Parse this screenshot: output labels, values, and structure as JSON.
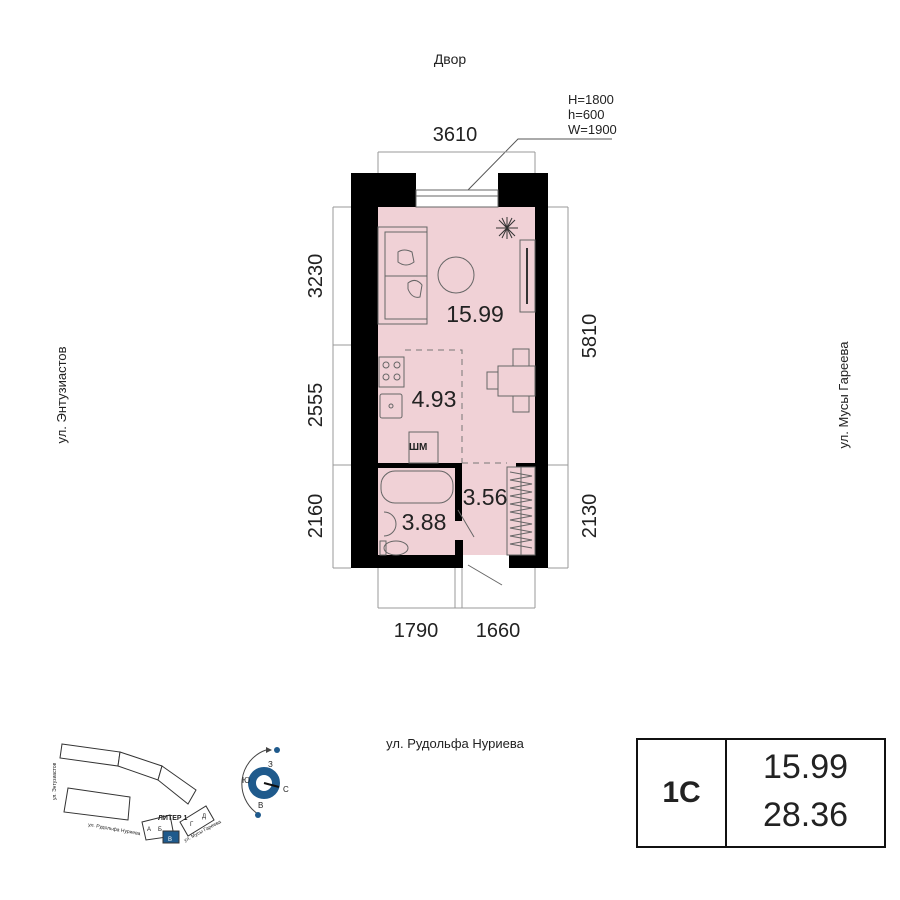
{
  "labels": {
    "courtyard": "Двор",
    "street_left": "ул. Энтузиастов",
    "street_right": "ул. Мусы Гареева",
    "street_bottom": "ул. Рудольфа Нуриева"
  },
  "window": {
    "H": "H=1800",
    "h": "h=600",
    "W": "W=1900"
  },
  "dimensions": {
    "top": "3610",
    "left": [
      "3230",
      "2555",
      "2160"
    ],
    "right": [
      "5810",
      "2130"
    ],
    "bottom": [
      "1790",
      "1660"
    ]
  },
  "rooms": {
    "living": "15.99",
    "kitchen": "4.93",
    "hall": "3.56",
    "bath": "3.88",
    "washer": "ШМ"
  },
  "summary": {
    "type": "1С",
    "living_area": "15.99",
    "total_area": "28.36"
  },
  "site_plan": {
    "liter": "ЛИТЕР 1",
    "sections": [
      "А",
      "Б",
      "В",
      "Г",
      "Д"
    ],
    "highlighted_section": "В",
    "street_a": "ул. Энтузиастов",
    "street_b": "ул. Рудольфа Нуриева",
    "street_c": "ул. Мусы Гареева"
  },
  "compass": {
    "west": "З",
    "south": "Ю",
    "east": "С",
    "north": "В"
  },
  "colors": {
    "room_fill": "#f0d1d6",
    "wall": "#000000",
    "accent": "#1f5a8c"
  }
}
